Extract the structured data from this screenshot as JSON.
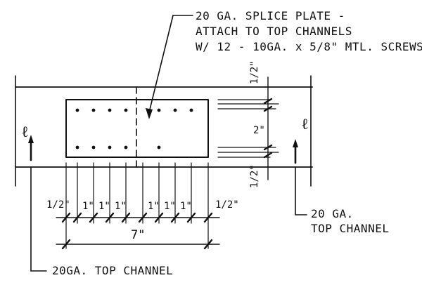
{
  "notes": {
    "splice_line1": "20 GA. SPLICE PLATE -",
    "splice_line2": "ATTACH TO TOP CHANNELS",
    "splice_line3": "W/ 12 - 10GA. x 5/8\" MTL. SCREWS",
    "right_channel_line1": "20 GA.",
    "right_channel_line2": "TOP CHANNEL",
    "bottom_channel": "20GA. TOP CHANNEL"
  },
  "dimensions": {
    "vertical_top": "1/2\"",
    "vertical_middle": "2\"",
    "vertical_bottom": "1/2\"",
    "horizontal_edge_left": "1/2\"",
    "horizontal_edge_right": "1/2\"",
    "horizontal_spacing": [
      "1\"",
      "1\"",
      "1\"",
      "1\"",
      "1\"",
      "1\""
    ],
    "overall_length": "7\""
  },
  "symbols": {
    "centerline_left": "ℓ",
    "centerline_right": "ℓ"
  }
}
